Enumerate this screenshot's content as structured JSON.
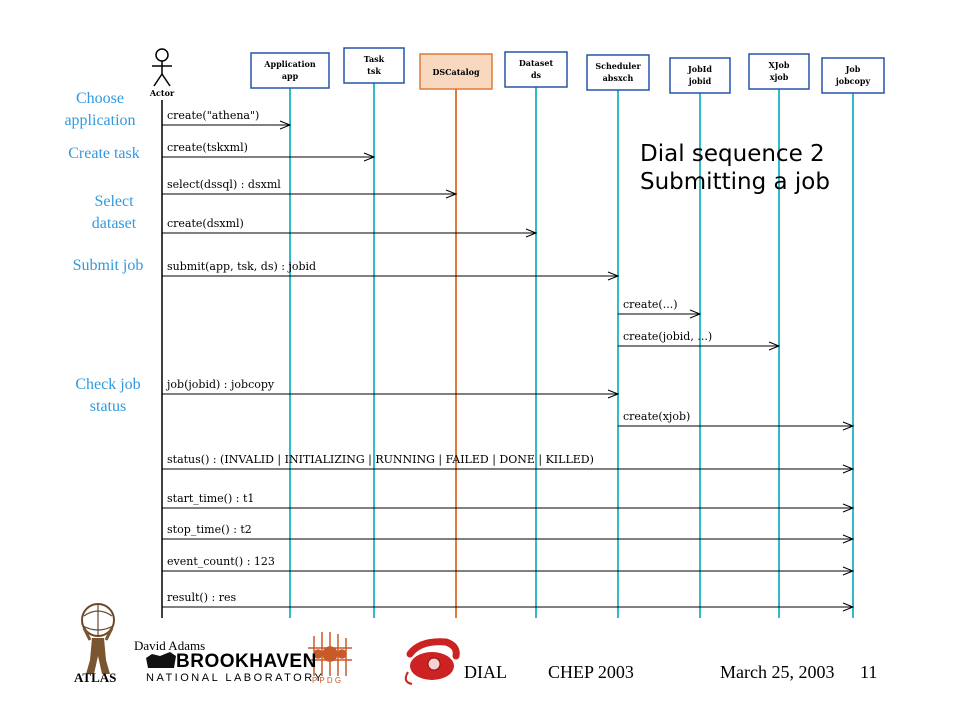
{
  "actor": {
    "label": "Actor"
  },
  "objects": [
    {
      "line1": "Application",
      "line2": "app"
    },
    {
      "line1": "Task",
      "line2": "tsk"
    },
    {
      "line1": "DSCatalog",
      "line2": ""
    },
    {
      "line1": "Dataset",
      "line2": "ds"
    },
    {
      "line1": "Scheduler",
      "line2": "absxch"
    },
    {
      "line1": "JobId",
      "line2": "jobid"
    },
    {
      "line1": "XJob",
      "line2": "xjob"
    },
    {
      "line1": "Job",
      "line2": "jobcopy"
    }
  ],
  "messages": [
    {
      "label": "create(\"athena\")"
    },
    {
      "label": "create(tskxml)"
    },
    {
      "label": "select(dssql) : dsxml"
    },
    {
      "label": "create(dsxml)"
    },
    {
      "label": "submit(app, tsk, ds) : jobid"
    },
    {
      "label": "create(...)"
    },
    {
      "label": "create(jobid, ...)"
    },
    {
      "label": "job(jobid) : jobcopy"
    },
    {
      "label": "create(xjob)"
    },
    {
      "label": "status() : (INVALID | INITIALIZING | RUNNING | FAILED | DONE | KILLED)"
    },
    {
      "label": "start_time() : t1"
    },
    {
      "label": "stop_time() : t2"
    },
    {
      "label": "event_count() : 123"
    },
    {
      "label": "result() : res"
    }
  ],
  "side_labels": [
    {
      "line1": "Choose",
      "line2": "application"
    },
    {
      "line1": "Create task",
      "line2": ""
    },
    {
      "line1": "Select",
      "line2": "dataset"
    },
    {
      "line1": "Submit job",
      "line2": ""
    },
    {
      "line1": "Check job",
      "line2": "status"
    }
  ],
  "title": {
    "line1": "Dial sequence 2",
    "line2": "Submitting a job"
  },
  "footer": {
    "author": "David Adams",
    "atlas": "ATLAS",
    "bnl_name": "BROOKHAVEN",
    "bnl_sub": "NATIONAL LABORATORY",
    "ppdg": "P P D G",
    "dial": "DIAL",
    "conference": "CHEP 2003",
    "date": "March 25, 2003",
    "page": "11"
  },
  "colors": {
    "lifeline": "#33bbcc",
    "dscatalog_line": "#e07b39",
    "box_border": "#2255aa",
    "dscatalog_fill": "#f8d9c0",
    "dscatalog_border": "#e07b39",
    "side_label": "#3399dd",
    "phone": "#cc2222"
  }
}
